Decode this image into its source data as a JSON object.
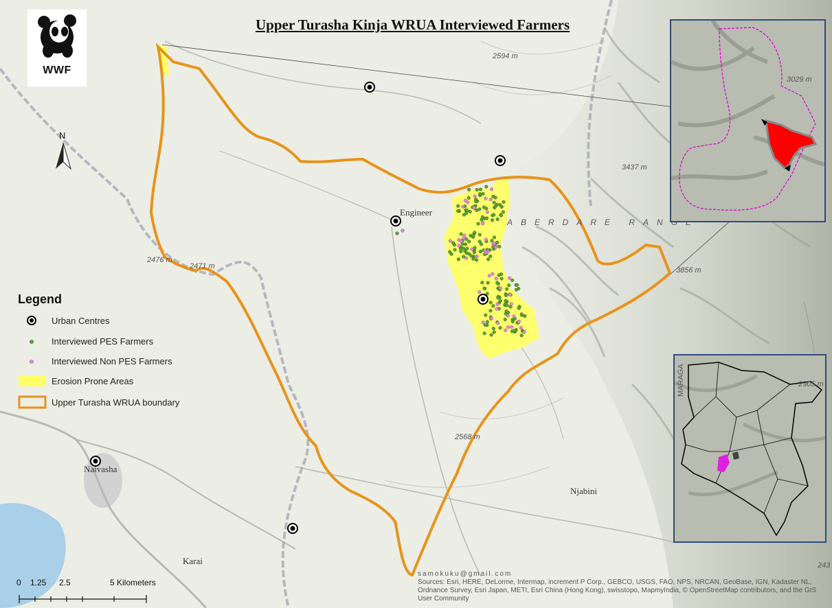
{
  "title": "Upper Turasha Kinja WRUA Interviewed Farmers",
  "logo": {
    "text": "WWF",
    "icon": "panda-icon"
  },
  "north_arrow": {
    "label": "N"
  },
  "legend": {
    "title": "Legend",
    "items": [
      {
        "label": "Urban Centres",
        "symbol": "urban-centre-icon"
      },
      {
        "label": "Interviewed PES Farmers",
        "symbol": "pes-farmer-dot",
        "color": "#5fa52f"
      },
      {
        "label": "Interviewed Non PES Farmers",
        "symbol": "non-pes-farmer-dot",
        "color": "#e08ae0"
      },
      {
        "label": "Erosion Prone Areas",
        "symbol": "erosion-patch",
        "color": "#ffff66"
      },
      {
        "label": "Upper Turasha WRUA boundary",
        "symbol": "boundary-line",
        "color": "#e8931a"
      }
    ]
  },
  "places": {
    "engineer": "Engineer",
    "naivasha": "Naivasha",
    "karai": "Karai",
    "njabini": "Njabini"
  },
  "elevations": {
    "e2594": "2594 m",
    "e3029": "3029 m",
    "e3437": "3437 m",
    "e2476": "2476 m",
    "e2471": "2471 m",
    "e3856": "3856 m",
    "e2568": "2568 m",
    "e2905": "2905 m",
    "e243": "243"
  },
  "range_label": "ABERDARE RANGE",
  "inset_label": "MARAGA",
  "scale_bar": {
    "ticks": [
      "0",
      "1.25",
      "2.5",
      "5 Kilometers"
    ]
  },
  "email": "samokuku@gmail.com",
  "credits": "Sources: Esri, HERE, DeLorme, Intermap, increment P Corp., GEBCO, USGS, FAO, NPS, NRCAN, GeoBase, IGN, Kadaster NL, Ordnance Survey, Esri Japan, METI, Esri China (Hong Kong), swisstopo, MapmyIndia, © OpenStreetMap contributors, and the GIS User Community",
  "colors": {
    "boundary": "#e8931a",
    "erosion": "#ffff66",
    "pes": "#5fa52f",
    "non_pes": "#e08ae0",
    "inset_frame": "#2e4b7a",
    "catchment": "#ff0000"
  }
}
